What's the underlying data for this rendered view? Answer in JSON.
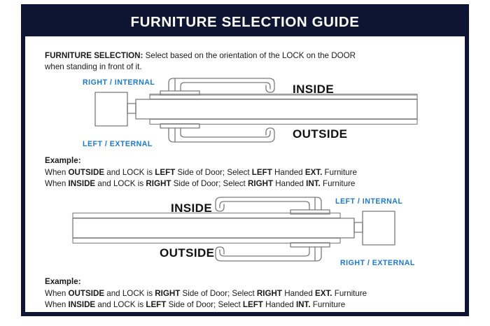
{
  "header": {
    "title": "FURNITURE SELECTION GUIDE"
  },
  "intro": {
    "lead": "FURNITURE SELECTION:",
    "text_line_1": "Select based on the orientation of the LOCK on the DOOR",
    "text_line_2": "when standing in front of it."
  },
  "diagram_1": {
    "name": "lock-on-left-of-door-diagram",
    "inside_label": "INSIDE",
    "outside_label": "OUTSIDE",
    "top_blue_label": "RIGHT / INTERNAL",
    "bottom_blue_label": "LEFT / EXTERNAL"
  },
  "diagram_2": {
    "name": "lock-on-right-of-door-diagram",
    "inside_label": "INSIDE",
    "outside_label": "OUTSIDE",
    "top_blue_label": "LEFT / INTERNAL",
    "bottom_blue_label": "RIGHT / EXTERNAL"
  },
  "example_1": {
    "heading": "Example:",
    "line_1": {
      "p1": "When ",
      "b1": "OUTSIDE",
      "p2": " and LOCK is ",
      "b2": "LEFT",
      "p3": " Side of Door;   Select ",
      "b3": "LEFT",
      "p4": " Handed ",
      "b4": "EXT.",
      "p5": " Furniture"
    },
    "line_2": {
      "p1": "When ",
      "b1": "INSIDE",
      "p2": " and LOCK is ",
      "b2": "RIGHT",
      "p3": " Side of Door;  Select ",
      "b3": "RIGHT",
      "p4": " Handed ",
      "b4": "INT.",
      "p5": " Furniture"
    }
  },
  "example_2": {
    "heading": "Example:",
    "line_1": {
      "p1": "When ",
      "b1": "OUTSIDE",
      "p2": " and LOCK is ",
      "b2": "RIGHT",
      "p3": " Side of Door;   Select ",
      "b3": "RIGHT",
      "p4": " Handed ",
      "b4": "EXT.",
      "p5": " Furniture"
    },
    "line_2": {
      "p1": "When ",
      "b1": "INSIDE",
      "p2": " and LOCK is ",
      "b2": "LEFT",
      "p3": " Side of Door;  Select ",
      "b3": "LEFT",
      "p4": " Handed ",
      "b4": "INT.",
      "p5": " Furniture"
    }
  },
  "colors": {
    "frame_navy": "#0d1533",
    "label_blue": "#1a7ad1",
    "line_gray": "#7a7a7a",
    "text_dark": "#1a1a1a",
    "page_white": "#ffffff"
  }
}
